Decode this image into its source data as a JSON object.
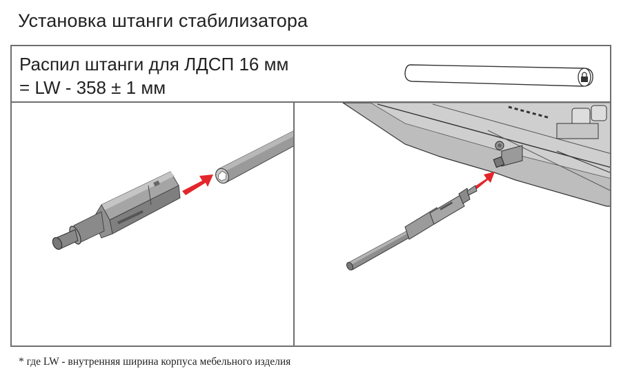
{
  "title": "Установка штанги стабилизатора",
  "header": {
    "cut_line1": "Распил штанги для ЛДСП 16 мм",
    "cut_line2": "= LW - 358 ± 1 мм",
    "rod_icon": "stabilizer-rod-icon"
  },
  "panels": [
    {
      "name": "step-insert-adapter-into-rod",
      "illustration": "adapter-and-rod",
      "arrow_color": "#e3262b"
    },
    {
      "name": "step-insert-rod-into-drawer",
      "illustration": "rod-into-drawer-bottom",
      "arrow_color": "#e3262b"
    }
  ],
  "colors": {
    "border": "#6e6e6e",
    "part_gray": "#8c8c8c",
    "part_light": "#b5b5b5",
    "arrow_red": "#e3262b"
  },
  "footnote": "* где LW - внутренняя ширина корпуса мебельного изделия"
}
